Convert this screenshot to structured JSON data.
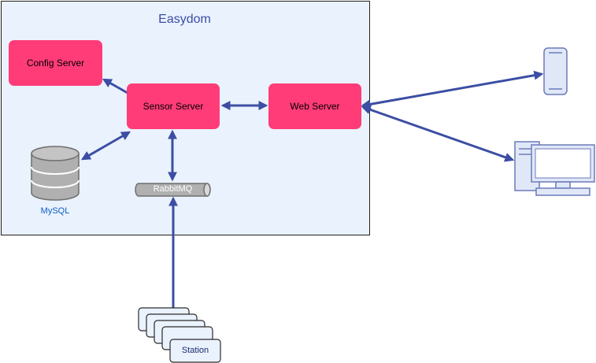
{
  "diagram": {
    "container_title": "Easydom",
    "nodes": {
      "config_server": "Config Server",
      "sensor_server": "Sensor Server",
      "web_server": "Web Server",
      "rabbitmq": "RabbitMQ",
      "mysql": "MySQL",
      "station": "Station"
    },
    "icons": {
      "database": "database-icon",
      "phone": "mobile-phone-icon",
      "desktop": "desktop-computer-icon",
      "queue": "cylinder-queue-icon"
    },
    "colors": {
      "container_fill": "#eaf2fe",
      "node_fill": "#ff3c78",
      "arrow": "#3c4ea3",
      "title": "#3c4ea3",
      "icon_fill": "#e0e8f8",
      "icon_stroke": "#6b7ab8",
      "database_fill": "#b0b0b0",
      "mysql_label": "#0a5ec0"
    }
  }
}
